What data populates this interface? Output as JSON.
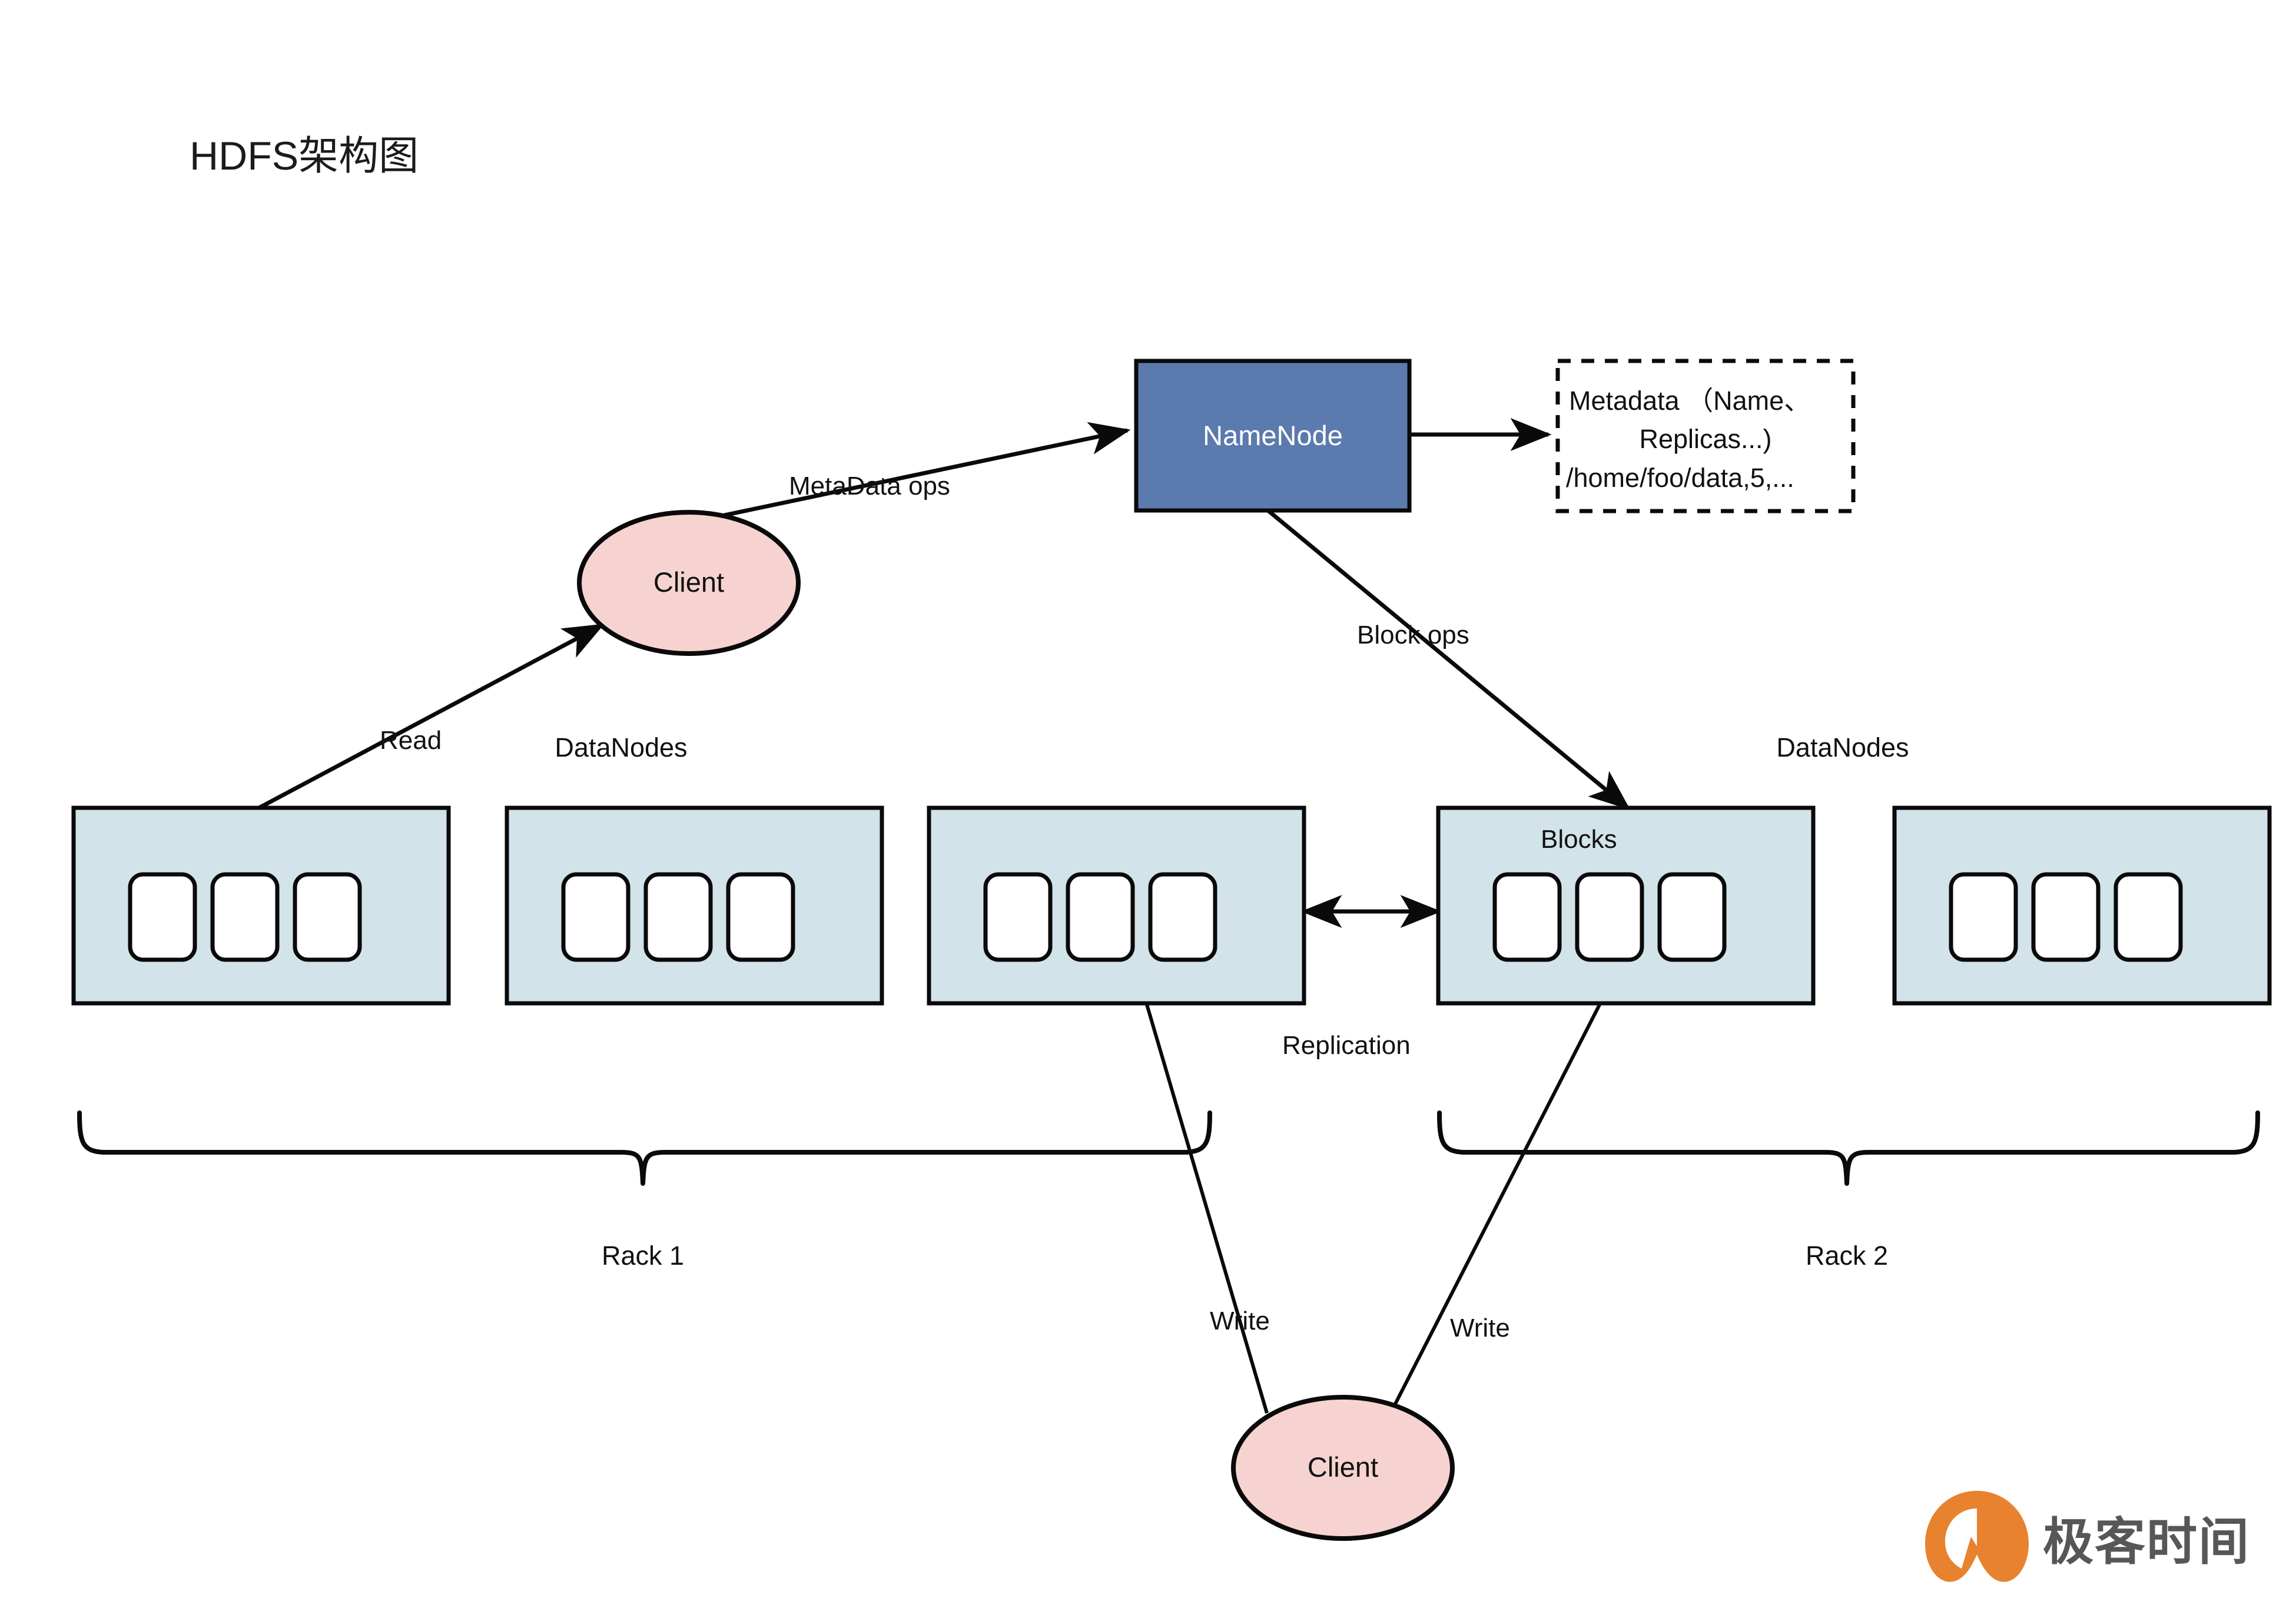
{
  "diagram": {
    "title": "HDFS架构图",
    "nodes": {
      "namenode": {
        "label": "NameNode",
        "fill": "#5b7aad",
        "text_color": "#ffffff"
      },
      "metadata_box": {
        "line1": "Metadata （Name、",
        "line2": "Replicas...)",
        "line3": "/home/foo/data,5,...",
        "border_style": "dashed"
      },
      "client_top": {
        "label": "Client",
        "fill": "#f6d3d0"
      },
      "client_bottom": {
        "label": "Client",
        "fill": "#f6d3d0"
      },
      "datanode_fill": "#d2e3ea",
      "block_fill": "#ffffff"
    },
    "labels": {
      "metadata_ops": "MetaData ops",
      "block_ops": "Block ops",
      "read": "Read",
      "write_left": "Write",
      "write_right": "Write",
      "replication": "Replication",
      "blocks": "Blocks",
      "datanodes_left": "DataNodes",
      "datanodes_right": "DataNodes",
      "rack1": "Rack 1",
      "rack2": "Rack 2"
    },
    "datanodes": [
      {
        "id": "dn1",
        "rack": "Rack 1",
        "blocks": 3
      },
      {
        "id": "dn2",
        "rack": "Rack 1",
        "blocks": 3
      },
      {
        "id": "dn3",
        "rack": "Rack 1",
        "blocks": 3
      },
      {
        "id": "dn4",
        "rack": "Rack 2",
        "blocks": 3
      },
      {
        "id": "dn5",
        "rack": "Rack 2",
        "blocks": 3
      }
    ],
    "edges": [
      {
        "from": "client_top",
        "to": "namenode",
        "label": "MetaData ops",
        "arrow": "single"
      },
      {
        "from": "namenode",
        "to": "metadata_box",
        "label": "",
        "arrow": "single"
      },
      {
        "from": "namenode",
        "to": "dn4",
        "label": "Block ops",
        "arrow": "single"
      },
      {
        "from": "dn1",
        "to": "client_top",
        "label": "Read",
        "arrow": "single"
      },
      {
        "from": "dn3",
        "to": "dn4",
        "label": "Replication",
        "arrow": "double"
      },
      {
        "from": "client_bottom",
        "to": "dn3",
        "label": "Write",
        "arrow": "single"
      },
      {
        "from": "client_bottom",
        "to": "dn4",
        "label": "Write",
        "arrow": "single"
      }
    ]
  },
  "watermark": {
    "brand": "极客时间",
    "icon_color": "#e8822e",
    "text_color": "#575757"
  }
}
